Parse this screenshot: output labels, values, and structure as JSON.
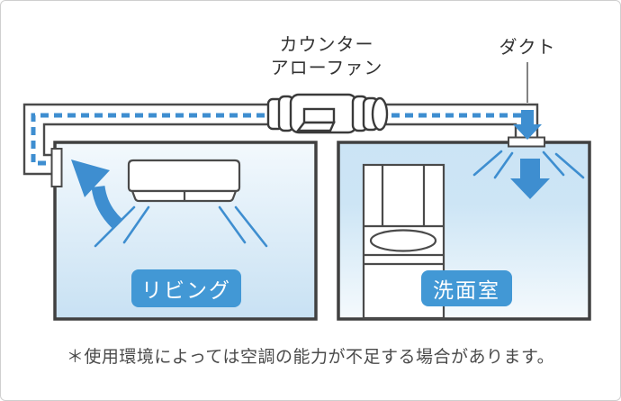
{
  "labels": {
    "fan_line1": "カウンター",
    "fan_line2": "アローファン",
    "duct": "ダクト",
    "living_room": "リビング",
    "washroom": "洗面室"
  },
  "footnote": "＊使用環境によっては空調の能力が不足する場合があります。",
  "icons": {
    "duct_airflow": "dashed-blue-airflow-line",
    "washroom_supply": "down-arrow-icon",
    "living_return": "curved-up-left-arrow-icon"
  },
  "colors": {
    "airflow_blue": "#3E8ED0",
    "label_blue": "#4298D5",
    "outline_dark": "#404040",
    "line_gray": "#4A4A4A",
    "text_dark": "#333333",
    "footnote_gray": "#4A4A4A",
    "frame_border": "#CFCFCF",
    "living_room_gradient_top": "#F3F9FD",
    "living_room_gradient_bottom": "#C8E1F3",
    "washroom_gradient_top": "#CBE4F5",
    "washroom_gradient_bottom": "#F5FAFD"
  }
}
